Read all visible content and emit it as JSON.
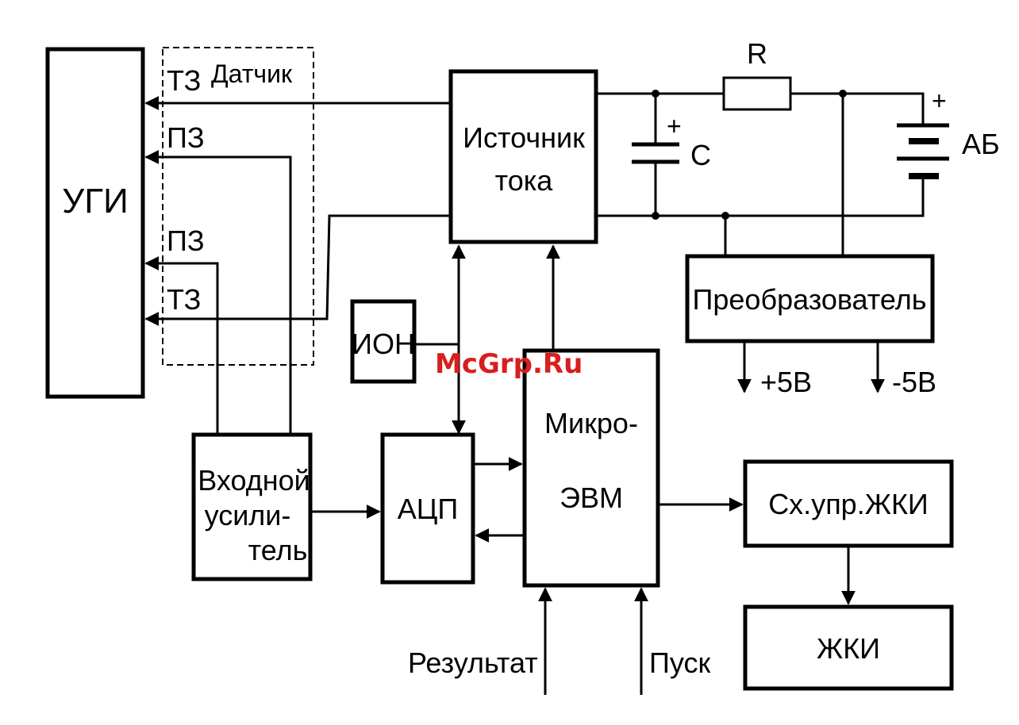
{
  "blocks": {
    "ugi": "УГИ",
    "source_line1": "Источник",
    "source_line2": "тока",
    "converter": "Преобразователь",
    "ion": "ИОН",
    "micro_line1": "Микро-",
    "micro_line2": "ЭВМ",
    "adc": "АЦП",
    "amp_line1": "Входной",
    "amp_line2": "усили-",
    "amp_line3": "тель",
    "lcd_ctrl": "Сх.упр.ЖКИ",
    "lcd": "ЖКИ"
  },
  "labels": {
    "t3_top": "ТЗ",
    "sensor": "Датчик",
    "p3_top": "ПЗ",
    "p3_bottom": "ПЗ",
    "t3_bottom": "ТЗ",
    "resistor": "R",
    "capacitor": "C",
    "cap_plus": "+",
    "battery": "АБ",
    "bat_plus": "+",
    "plus5": "+5В",
    "minus5": "-5В",
    "result": "Результат",
    "start": "Пуск"
  },
  "watermark": "McGrp.Ru",
  "colors": {
    "line": "#000000",
    "watermark": "#d81e1e"
  }
}
